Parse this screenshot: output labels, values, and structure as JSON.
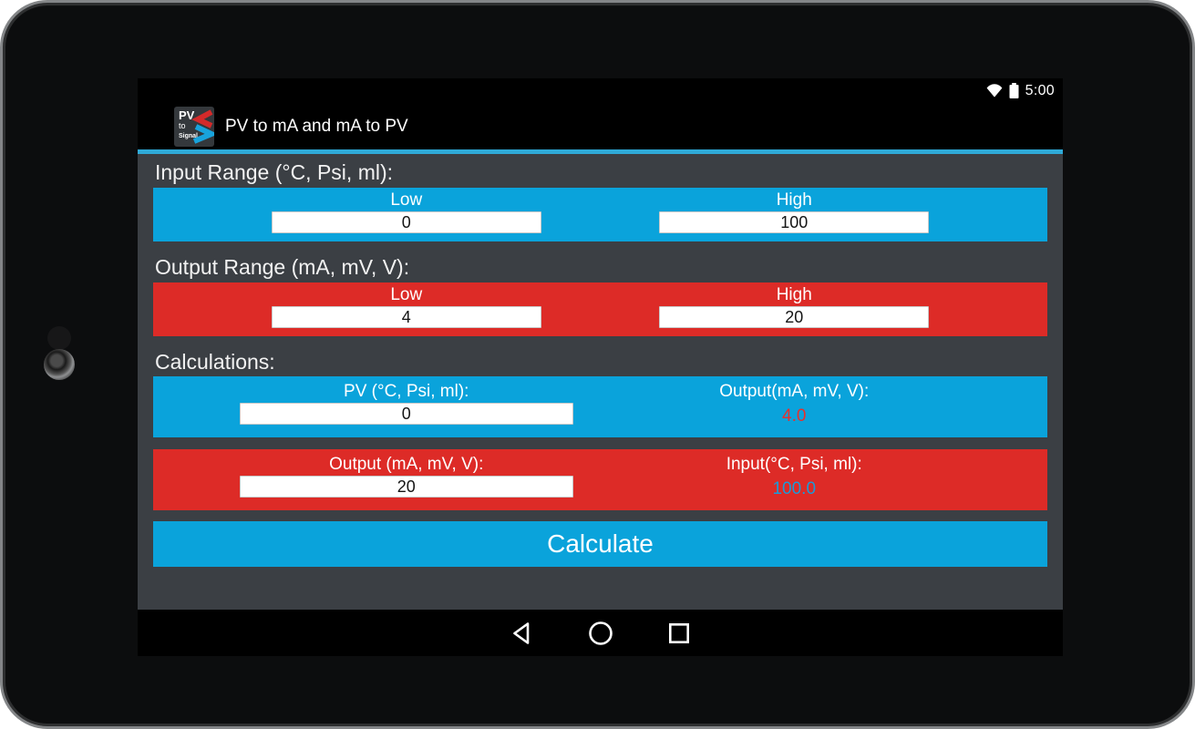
{
  "status_bar": {
    "time": "5:00",
    "icons": [
      "wifi-icon",
      "battery-icon"
    ]
  },
  "app_bar": {
    "title": "PV to mA and mA to PV",
    "logo": {
      "line1": "PV",
      "line2": "to",
      "line3": "Signal"
    }
  },
  "colors": {
    "accent_blue": "#0AA3DB",
    "accent_red": "#DD2B27",
    "divider_blue": "#2FAAD8",
    "content_bg": "#3B3F44",
    "result_red_text": "#E8302C",
    "result_blue_text": "#1B9AD8"
  },
  "sections": {
    "input_range": {
      "label": "Input Range (°C, Psi, ml):",
      "low_label": "Low",
      "low_value": "0",
      "high_label": "High",
      "high_value": "100"
    },
    "output_range": {
      "label": "Output Range (mA, mV, V):",
      "low_label": "Low",
      "low_value": "4",
      "high_label": "High",
      "high_value": "20"
    },
    "calculations": {
      "label": "Calculations:",
      "pv_to_signal": {
        "input_label": "PV (°C, Psi, ml):",
        "input_value": "0",
        "result_label": "Output(mA, mV, V):",
        "result_value": "4.0"
      },
      "signal_to_pv": {
        "input_label": "Output (mA, mV, V):",
        "input_value": "20",
        "result_label": "Input(°C, Psi, ml):",
        "result_value": "100.0"
      }
    }
  },
  "calculate_button": "Calculate",
  "nav_bar": {
    "icons": [
      "back-icon",
      "home-icon",
      "recents-icon"
    ]
  }
}
